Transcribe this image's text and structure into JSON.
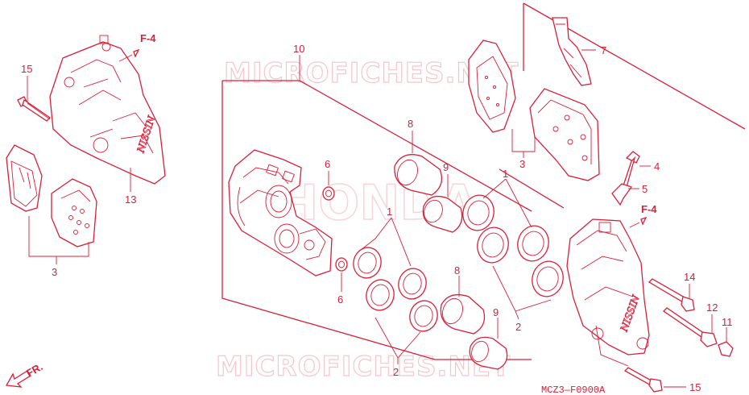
{
  "diagram": {
    "diagram_code": "MCZ3—F0900A",
    "front_arrow_label": "FR.",
    "ref_tags": {
      "top_left": "F-4",
      "right": "F-4"
    },
    "callouts": {
      "c15a": "15",
      "c13": "13",
      "c3a": "3",
      "c10": "10",
      "c6a": "6",
      "c6b": "6",
      "c1a": "1",
      "c2a": "2",
      "c8a": "8",
      "c9a": "9",
      "c8b": "8",
      "c9b": "9",
      "c1b": "1",
      "c2b": "2",
      "c7": "7",
      "c3b": "3",
      "c4": "4",
      "c5": "5",
      "c14": "14",
      "c12": "12",
      "c11": "11",
      "c15b": "15"
    },
    "watermark": {
      "top": "MICROFICHES.NET",
      "bottom": "MICROFICHES.NET",
      "brand": "HONDA"
    },
    "caliper_brand": "NISSIN"
  }
}
